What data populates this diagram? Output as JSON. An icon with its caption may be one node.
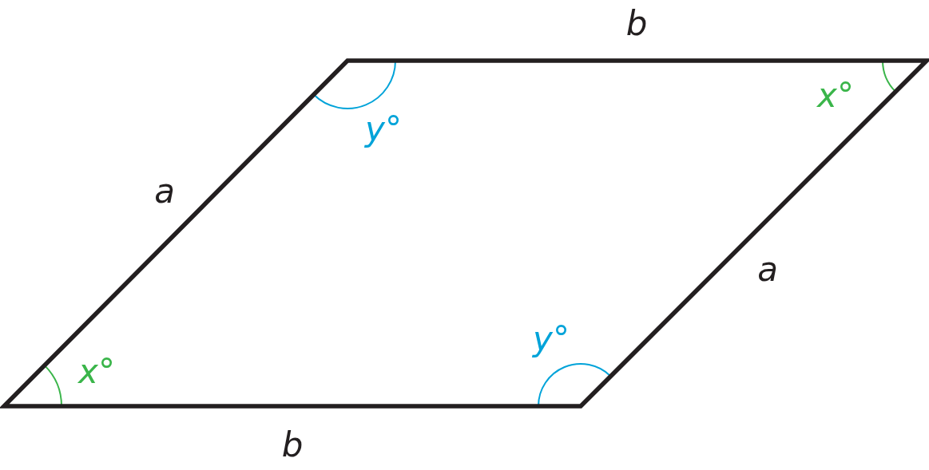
{
  "diagram": {
    "labels": [
      "b",
      "y°",
      "x°",
      "a",
      "a",
      "y°",
      "x°",
      "b"
    ]
  }
}
